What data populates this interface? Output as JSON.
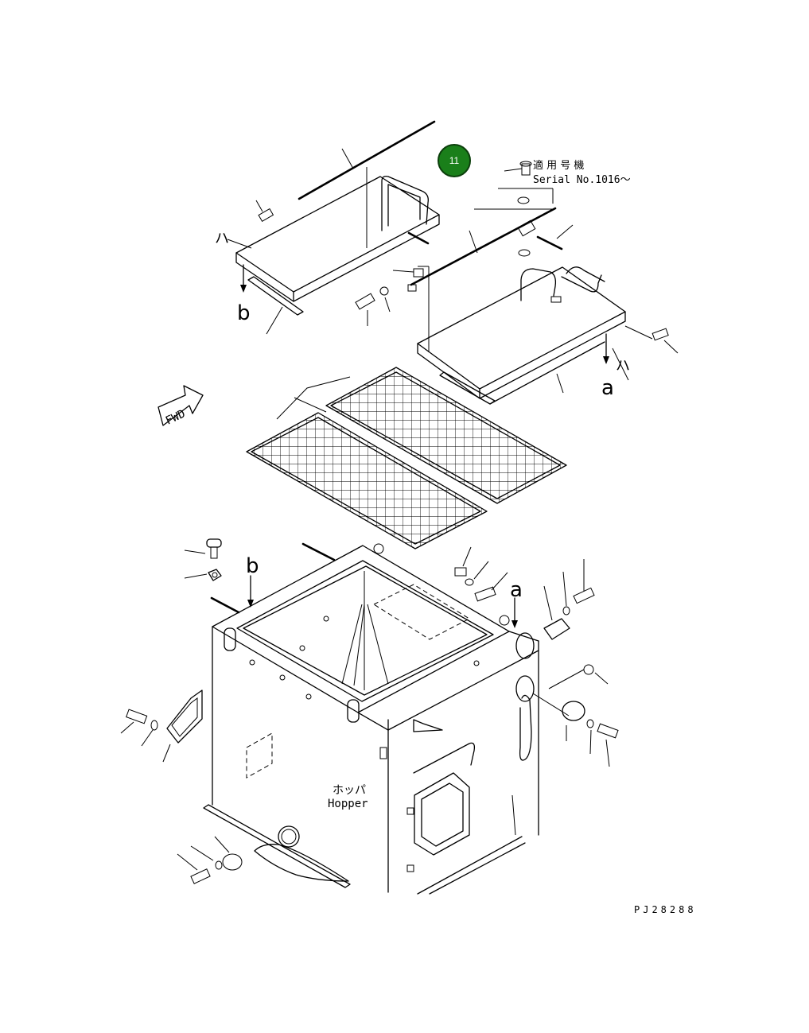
{
  "badge": {
    "number": "11",
    "color": "#1a7f1a"
  },
  "applicability": {
    "jp": "適 用 号 機",
    "serial": "Serial No.1016〜"
  },
  "part_label": {
    "jp": "ホッパ",
    "en": "Hopper"
  },
  "view_markers": {
    "a": "a",
    "b": "b",
    "ha": "ハ"
  },
  "fwd_label": "FWD",
  "drawing_code": "PJ28288"
}
